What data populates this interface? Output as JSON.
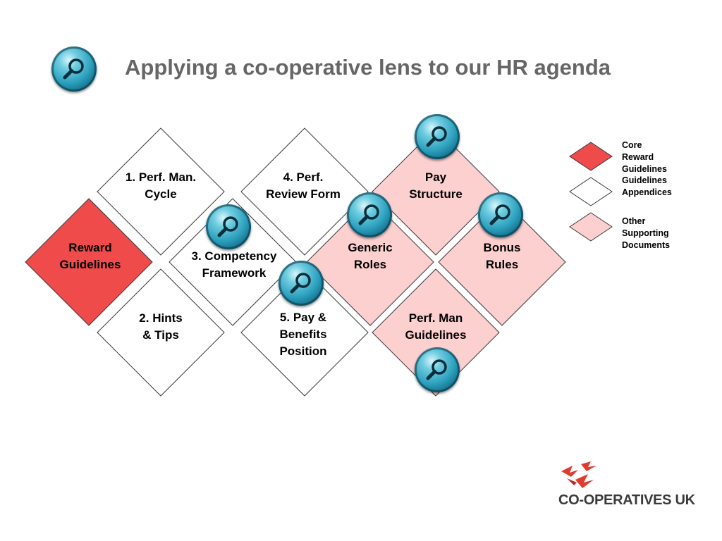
{
  "header": {
    "title": "Applying a co-operative lens to our HR agenda",
    "lens_icon": "magnifier-icon"
  },
  "colors": {
    "core": "#ef4b4b",
    "guideline": "#ffffff",
    "supporting": "#fdd0d0",
    "outline": "#3a3a3a",
    "title": "#666666"
  },
  "diagram": {
    "nodes": [
      {
        "id": "reward-guidelines",
        "label": "Reward\nGuidelines",
        "category": "core"
      },
      {
        "id": "perf-man-cycle",
        "label": "1. Perf. Man.\nCycle",
        "category": "guideline"
      },
      {
        "id": "hints-tips",
        "label": "2. Hints\n& Tips",
        "category": "guideline"
      },
      {
        "id": "competency-framework",
        "label": "3. Competency\nFramework",
        "category": "guideline"
      },
      {
        "id": "perf-review-form",
        "label": "4. Perf.\nReview Form",
        "category": "guideline"
      },
      {
        "id": "pay-benefits-position",
        "label": "5. Pay &\nBenefits\nPosition",
        "category": "guideline"
      },
      {
        "id": "generic-roles",
        "label": "Generic\nRoles",
        "category": "supporting"
      },
      {
        "id": "pay-structure",
        "label": "Pay\nStructure",
        "category": "supporting"
      },
      {
        "id": "perf-man-guidelines",
        "label": "Perf. Man\nGuidelines",
        "category": "supporting"
      },
      {
        "id": "bonus-rules",
        "label": "Bonus\nRules",
        "category": "supporting"
      }
    ]
  },
  "legend": [
    {
      "category": "core",
      "label": "Core\nReward\nGuidelines"
    },
    {
      "category": "guideline",
      "label": "Guidelines\nAppendices"
    },
    {
      "category": "supporting",
      "label": "Other\nSupporting\nDocuments"
    }
  ],
  "logo": {
    "text": "CO-OPERATIVES UK",
    "icon": "birds-logo-icon"
  }
}
